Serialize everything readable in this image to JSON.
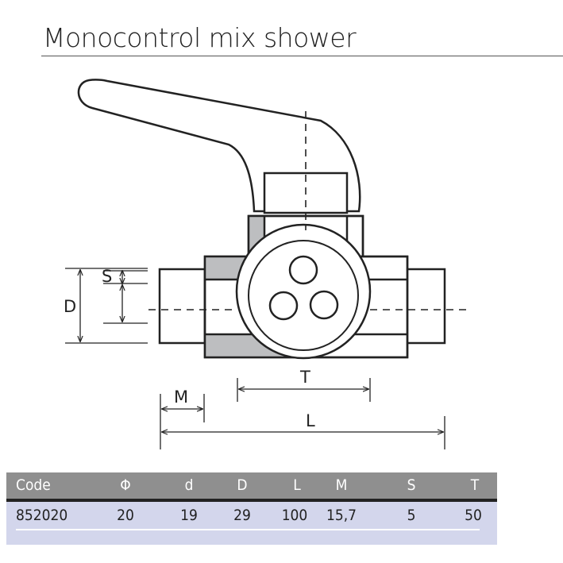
{
  "title": "Monocontrol mix shower",
  "diagram": {
    "dimension_labels": {
      "S": "S",
      "D": "D",
      "T": "T",
      "M": "M",
      "L": "L"
    },
    "colors": {
      "line": "#222222",
      "shade": "#bdbec0"
    }
  },
  "table": {
    "headers": [
      "Code",
      "Φ",
      "d",
      "D",
      "L",
      "M",
      "S",
      "T"
    ],
    "rows": [
      [
        "852020",
        "20",
        "19",
        "29",
        "100",
        "15,7",
        "5",
        "50"
      ]
    ],
    "colors": {
      "header_bg": "#8f8f8f",
      "row_bg": "#d3d6ec"
    }
  }
}
